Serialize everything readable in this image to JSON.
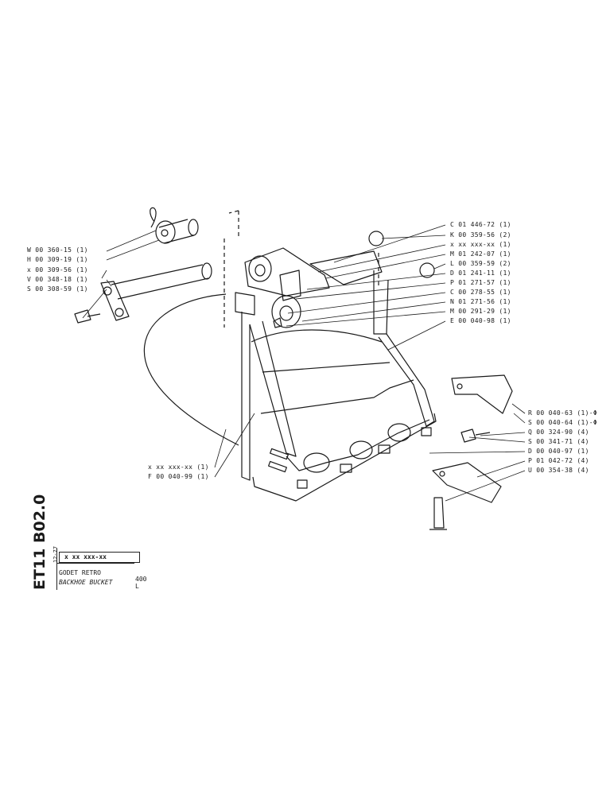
{
  "drawing_code": "ET11 B02.0",
  "title_block": {
    "reference": "x xx xxx-xx",
    "date": "12-77",
    "title_fr": "GODET RETRO",
    "title_en": "BACKHOE BUCKET",
    "capacity": "400 L"
  },
  "callouts_left": [
    "W 00 360-15 (1)",
    "H 00 309-19 (1)",
    "x 00 309-56 (1)",
    "V 00 348-18 (1)",
    "S 00 308-59 (1)"
  ],
  "callouts_right": [
    "C 01 446-72 (1)",
    "K 00 359-56 (2)",
    "x xx xxx-xx (1)",
    "M 01 242-07 (1)",
    "L 00 359-59 (2)",
    "D 01 241-11 (1)",
    "P 01 271-57 (1)",
    "C 00 278-55 (1)",
    "N 01 271-56 (1)",
    "M 00 291-29 (1)",
    "E 00 040-98 (1)"
  ],
  "callouts_lower_right": [
    "R 00 040-63 (1)-Φ",
    "S 00 040-64 (1)-Φ",
    "Q 00 324-90 (4)",
    "S 00 341-71 (4)",
    "D 00 040-97 (1)",
    "P 01 042-72 (4)",
    "U 00 354-38 (4)"
  ],
  "callouts_bottom_left": [
    "x xx xxx-xx (1)",
    "F 00 040-99 (1)"
  ]
}
